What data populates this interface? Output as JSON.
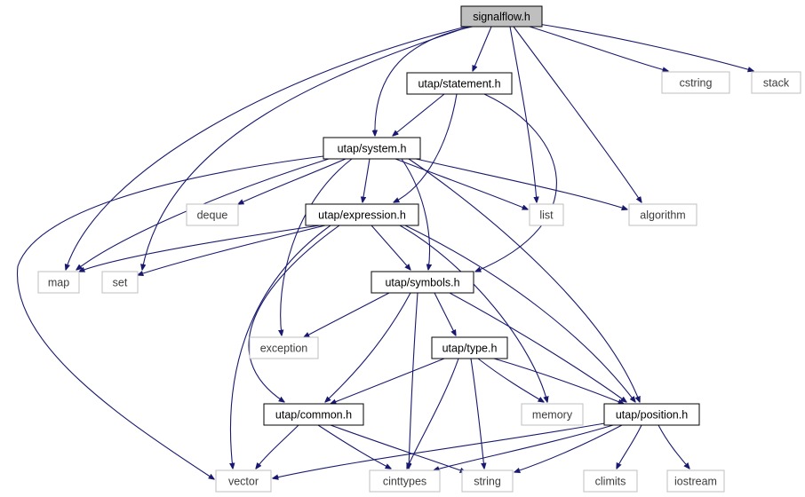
{
  "graph": {
    "colors": {
      "edge": "#191970",
      "root_fill": "#bfbfbf",
      "root_border": "#000000",
      "local_border": "#000000",
      "system_border": "#bfbfbf",
      "text": "#000000",
      "system_text": "#3c3c3c"
    },
    "nodes": {
      "signalflow": {
        "label": "signalflow.h",
        "kind": "root"
      },
      "statement": {
        "label": "utap/statement.h",
        "kind": "local"
      },
      "system": {
        "label": "utap/system.h",
        "kind": "local"
      },
      "expression": {
        "label": "utap/expression.h",
        "kind": "local"
      },
      "symbols": {
        "label": "utap/symbols.h",
        "kind": "local"
      },
      "type": {
        "label": "utap/type.h",
        "kind": "local"
      },
      "common": {
        "label": "utap/common.h",
        "kind": "local"
      },
      "position": {
        "label": "utap/position.h",
        "kind": "local"
      },
      "cstring": {
        "label": "cstring",
        "kind": "system"
      },
      "stack": {
        "label": "stack",
        "kind": "system"
      },
      "deque": {
        "label": "deque",
        "kind": "system"
      },
      "list": {
        "label": "list",
        "kind": "system"
      },
      "algorithm": {
        "label": "algorithm",
        "kind": "system"
      },
      "map": {
        "label": "map",
        "kind": "system"
      },
      "set": {
        "label": "set",
        "kind": "system"
      },
      "exception": {
        "label": "exception",
        "kind": "system"
      },
      "memory": {
        "label": "memory",
        "kind": "system"
      },
      "vector": {
        "label": "vector",
        "kind": "system"
      },
      "cinttypes": {
        "label": "cinttypes",
        "kind": "system"
      },
      "string": {
        "label": "string",
        "kind": "system"
      },
      "climits": {
        "label": "climits",
        "kind": "system"
      },
      "iostream": {
        "label": "iostream",
        "kind": "system"
      }
    },
    "edges": [
      [
        "signalflow",
        "statement"
      ],
      [
        "signalflow",
        "system"
      ],
      [
        "signalflow",
        "cstring"
      ],
      [
        "signalflow",
        "stack"
      ],
      [
        "signalflow",
        "list"
      ],
      [
        "signalflow",
        "algorithm"
      ],
      [
        "signalflow",
        "map"
      ],
      [
        "signalflow",
        "set"
      ],
      [
        "statement",
        "system"
      ],
      [
        "statement",
        "expression"
      ],
      [
        "statement",
        "symbols"
      ],
      [
        "system",
        "expression"
      ],
      [
        "system",
        "symbols"
      ],
      [
        "system",
        "deque"
      ],
      [
        "system",
        "list"
      ],
      [
        "system",
        "algorithm"
      ],
      [
        "system",
        "map"
      ],
      [
        "system",
        "exception"
      ],
      [
        "system",
        "position"
      ],
      [
        "system",
        "vector"
      ],
      [
        "expression",
        "map"
      ],
      [
        "expression",
        "set"
      ],
      [
        "expression",
        "symbols"
      ],
      [
        "expression",
        "common"
      ],
      [
        "expression",
        "memory"
      ],
      [
        "expression",
        "position"
      ],
      [
        "expression",
        "vector"
      ],
      [
        "symbols",
        "exception"
      ],
      [
        "symbols",
        "type"
      ],
      [
        "symbols",
        "common"
      ],
      [
        "symbols",
        "position"
      ],
      [
        "symbols",
        "cinttypes"
      ],
      [
        "type",
        "memory"
      ],
      [
        "type",
        "common"
      ],
      [
        "type",
        "position"
      ],
      [
        "type",
        "cinttypes"
      ],
      [
        "type",
        "string"
      ],
      [
        "common",
        "vector"
      ],
      [
        "common",
        "cinttypes"
      ],
      [
        "common",
        "string"
      ],
      [
        "position",
        "vector"
      ],
      [
        "position",
        "cinttypes"
      ],
      [
        "position",
        "string"
      ],
      [
        "position",
        "climits"
      ],
      [
        "position",
        "iostream"
      ]
    ]
  }
}
